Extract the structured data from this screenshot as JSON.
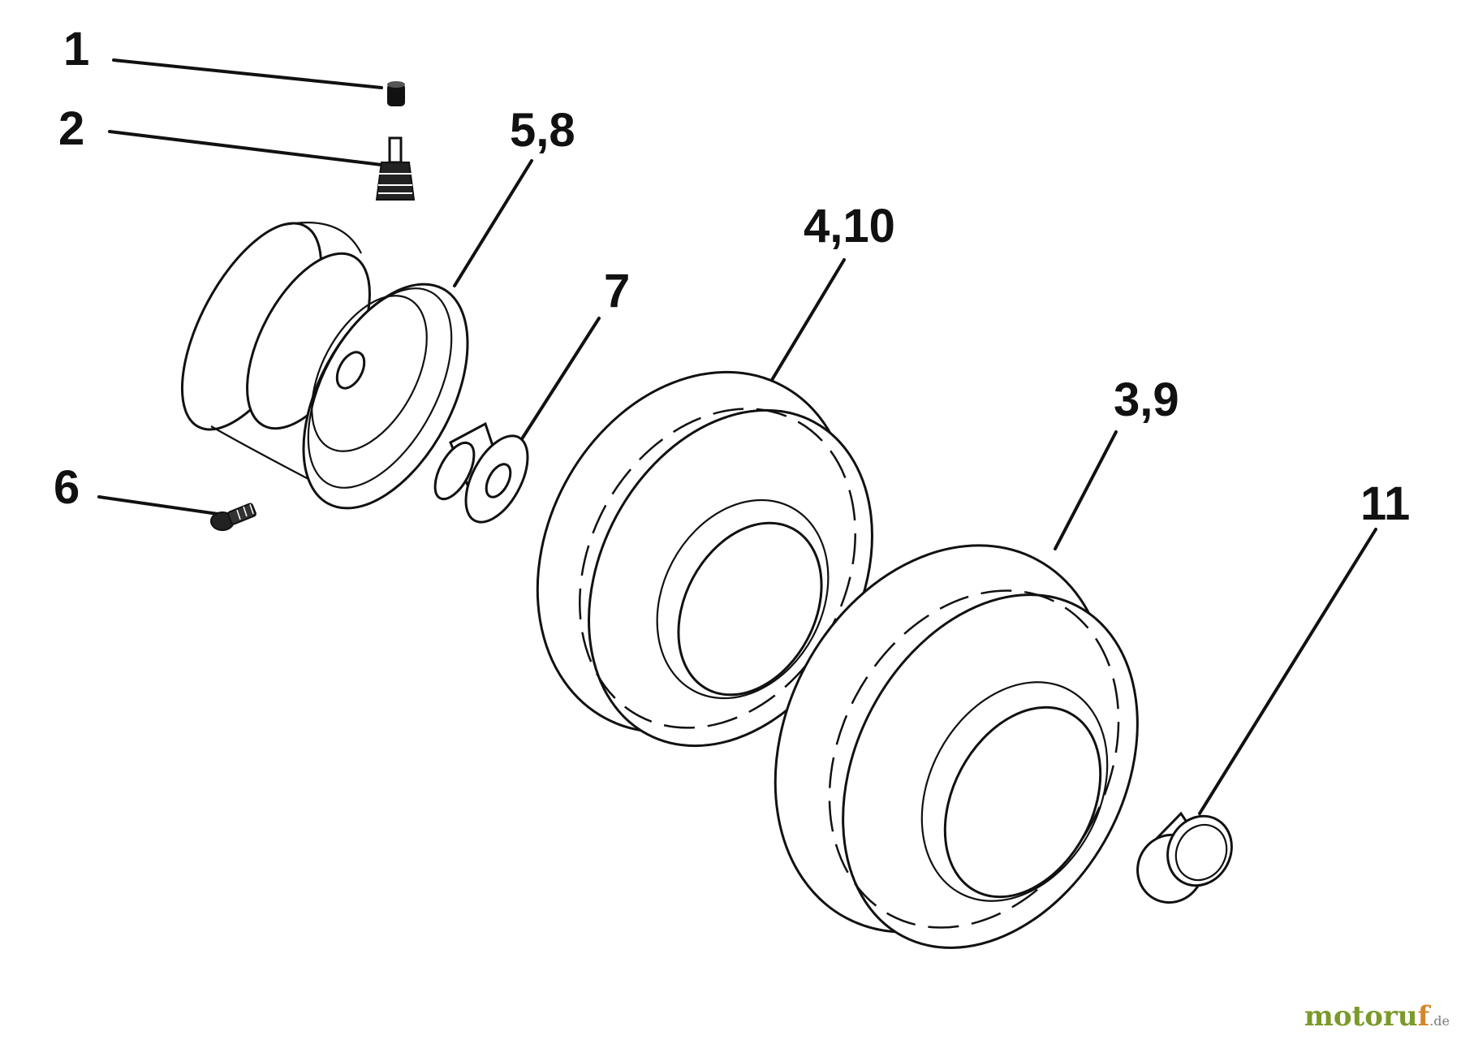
{
  "callouts": {
    "c1": "1",
    "c2": "2",
    "c58": "5,8",
    "c410": "4,10",
    "c7": "7",
    "c39": "3,9",
    "c6": "6",
    "c11": "11"
  },
  "watermark": {
    "main": "motoru",
    "accent": "f",
    "tld": ".de",
    "colors": {
      "main": "#7a9a2a",
      "accent": "#d4862a",
      "tld": "#7a7a7a"
    }
  },
  "parts": [
    {
      "callout": "1",
      "icon": "valve-cap-icon"
    },
    {
      "callout": "2",
      "icon": "valve-stem-icon"
    },
    {
      "callout": "5,8",
      "icon": "wheel-rim-icon"
    },
    {
      "callout": "6",
      "icon": "grease-fitting-icon"
    },
    {
      "callout": "7",
      "icon": "bushing-icon"
    },
    {
      "callout": "4,10",
      "icon": "tire-icon"
    },
    {
      "callout": "3,9",
      "icon": "tire-icon"
    },
    {
      "callout": "11",
      "icon": "spacer-icon"
    }
  ]
}
